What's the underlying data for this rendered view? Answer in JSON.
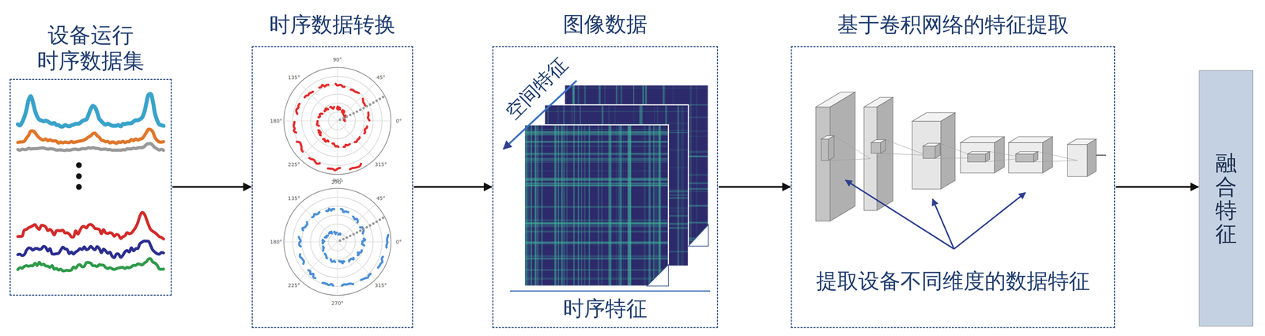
{
  "diagram": {
    "nodes": [
      {
        "text": [
          "设备运行 时序数据集"
        ]
      },
      {
        "text": [
          "时序数据转换"
        ]
      },
      {
        "text": [
          "图像数据",
          "空间特征",
          "时序特征"
        ]
      },
      {
        "text": [
          "基于卷积网络的特征提取",
          "提取设备不同维度的数据特征"
        ]
      },
      {
        "text": [
          "融合特征"
        ]
      }
    ],
    "edges": [
      {
        "from": 0,
        "to": 1,
        "arrow": "to"
      },
      {
        "from": 1,
        "to": 2,
        "arrow": "to"
      },
      {
        "from": 2,
        "to": 3,
        "arrow": "to"
      },
      {
        "from": 3,
        "to": 4,
        "arrow": "to"
      }
    ],
    "labels": [
      "90°",
      "45°",
      "0°",
      "315°",
      "270°",
      "225°",
      "180°",
      "135°",
      "90°",
      "45°",
      "0°",
      "315°",
      "270°",
      "225°",
      "180°",
      "135°"
    ]
  }
}
